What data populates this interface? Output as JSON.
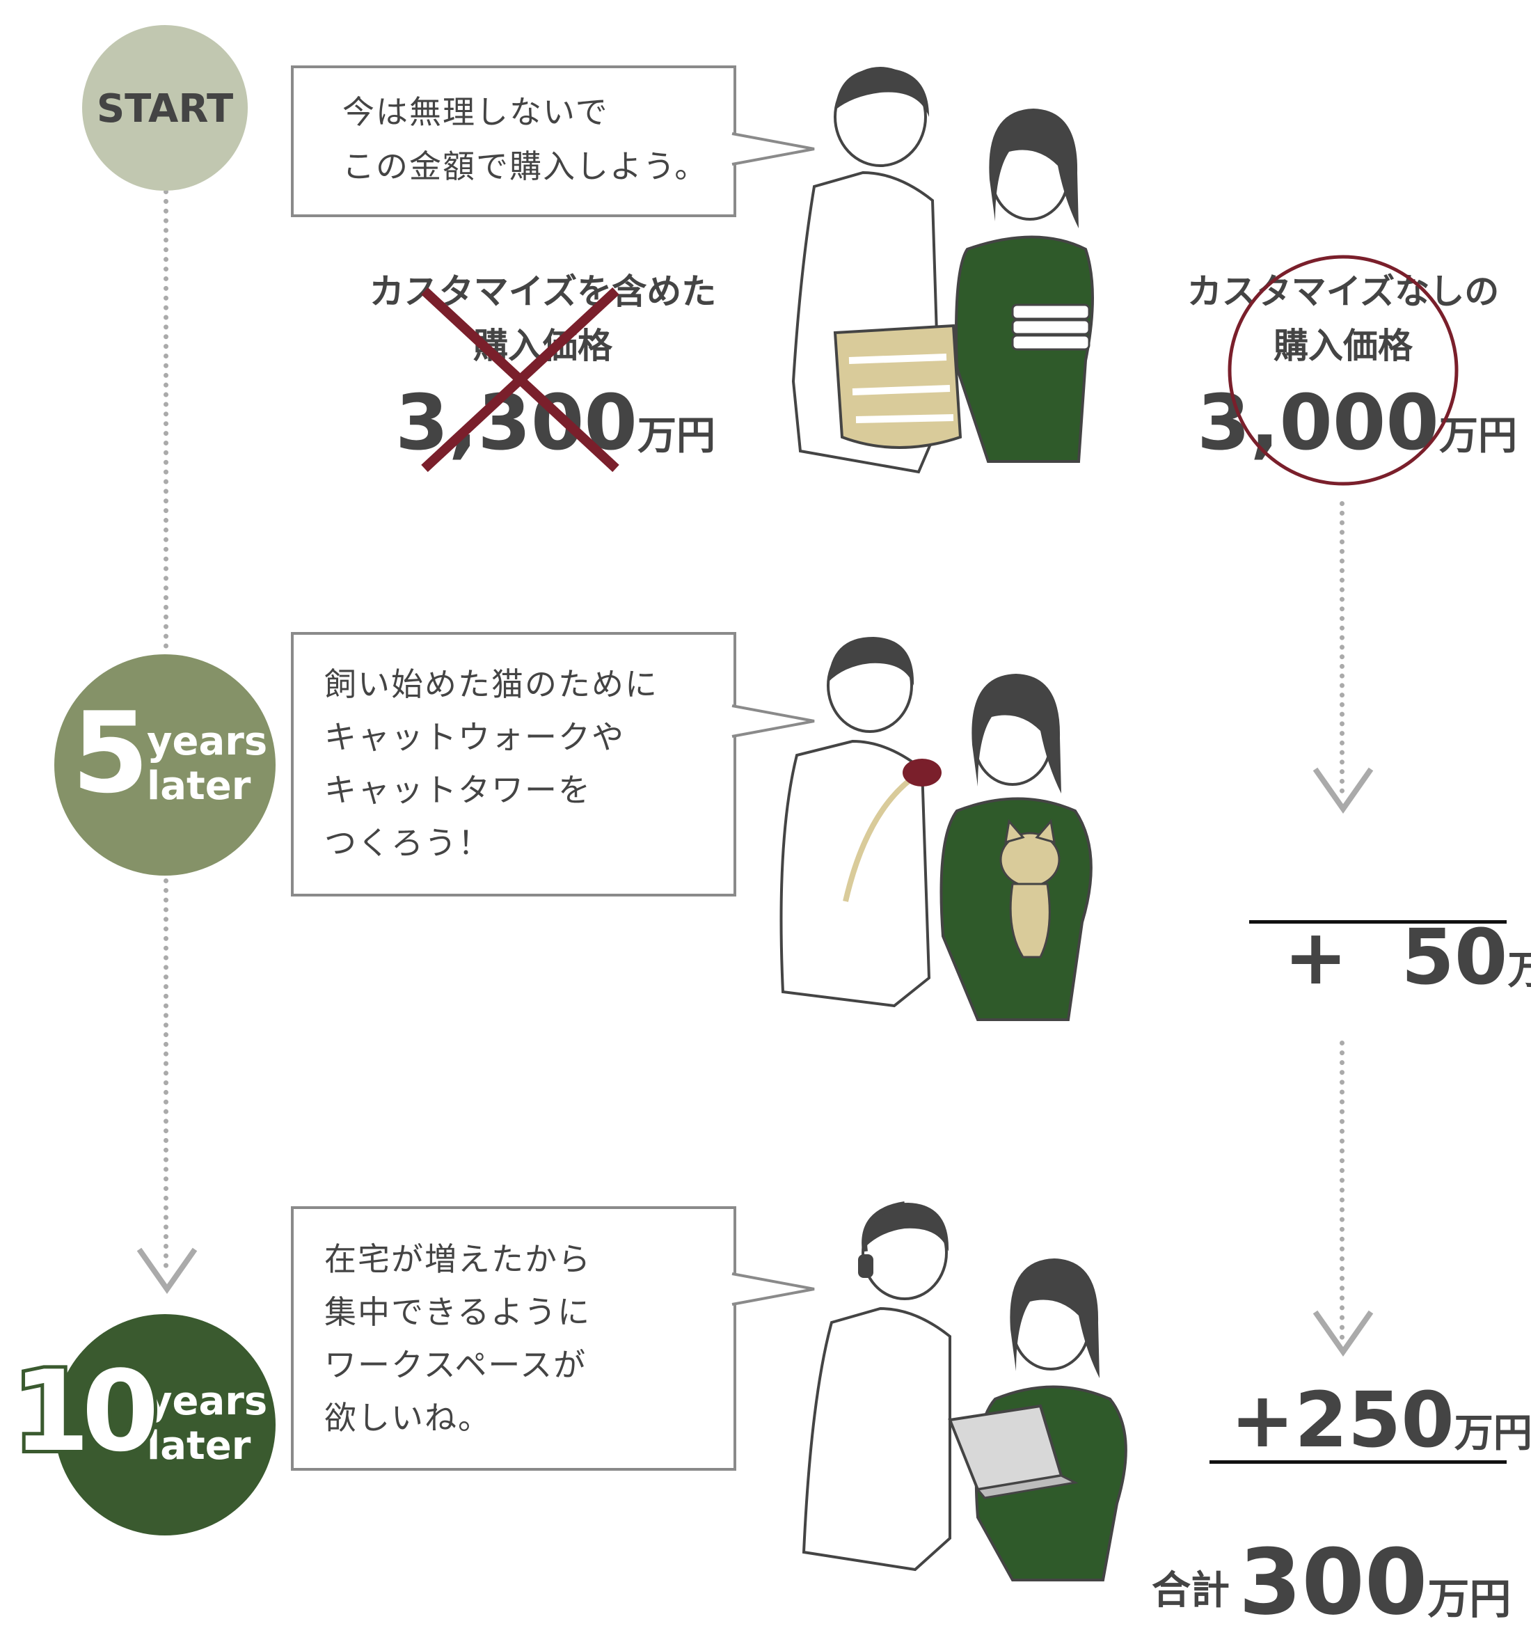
{
  "milestones": {
    "start": {
      "label": "START",
      "color": "#c1c7b0"
    },
    "five": {
      "number": "5",
      "line1": "years",
      "line2": "later",
      "color": "#859268"
    },
    "ten": {
      "number": "10",
      "line1": "years",
      "line2": "later",
      "color": "#3a5a2f"
    }
  },
  "bubbles": {
    "start": {
      "lines": [
        "今は無理しないで",
        "この金額で購入しよう。"
      ]
    },
    "five": {
      "lines": [
        "飼い始めた猫のために",
        "キャットウォークや",
        "キャットタワーを",
        "つくろう！"
      ]
    },
    "ten": {
      "lines": [
        "在宅が増えたから",
        "集中できるように",
        "ワークスペースが",
        "欲しいね。"
      ]
    }
  },
  "prices": {
    "with_custom": {
      "label_line1": "カスタマイズを含めた",
      "label_line2": "購入価格",
      "value": "3,300",
      "unit": "万円",
      "status": "rejected"
    },
    "without_custom": {
      "label_line1": "カスタマイズなしの",
      "label_line2": "購入価格",
      "value": "3,000",
      "unit": "万円",
      "status": "selected"
    }
  },
  "additions": {
    "five": {
      "value": "+  50",
      "unit": "万円"
    },
    "ten": {
      "value": "+250",
      "unit": "万円"
    }
  },
  "total": {
    "label": "合計",
    "value": "300",
    "unit": "万円"
  },
  "colors": {
    "accent_red": "#7a1f2b",
    "shirt_green": "#2f5a2a",
    "basket_tan": "#d9cb9a",
    "dotted_gray": "#aaaaaa"
  }
}
